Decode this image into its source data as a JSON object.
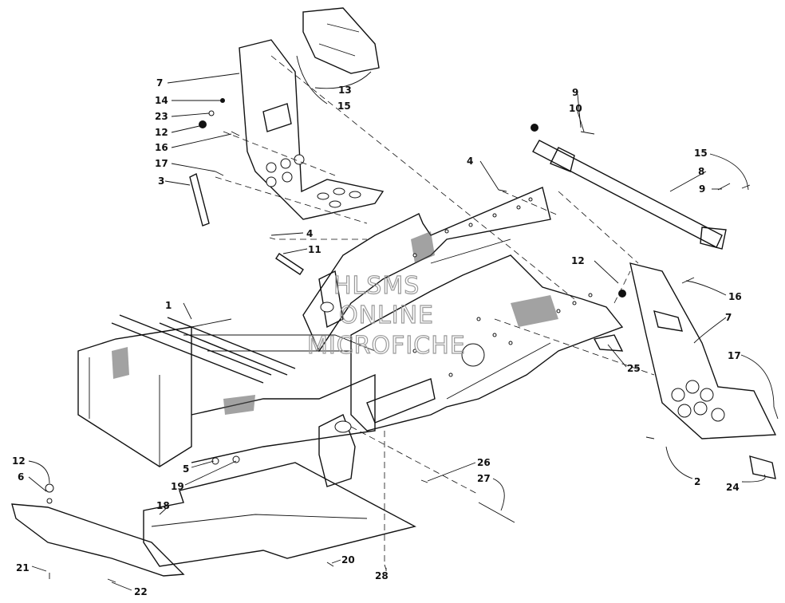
{
  "watermark": [
    "HLSMS",
    "ONLINE",
    "MICROFICHE"
  ],
  "callouts": [
    "1",
    "2",
    "3",
    "4",
    "4",
    "5",
    "6",
    "7",
    "7",
    "8",
    "9",
    "9",
    "10",
    "11",
    "12",
    "12",
    "12",
    "13",
    "14",
    "15",
    "15",
    "16",
    "16",
    "17",
    "17",
    "18",
    "19",
    "20",
    "21",
    "22",
    "23",
    "24",
    "25",
    "26",
    "27",
    "28"
  ]
}
